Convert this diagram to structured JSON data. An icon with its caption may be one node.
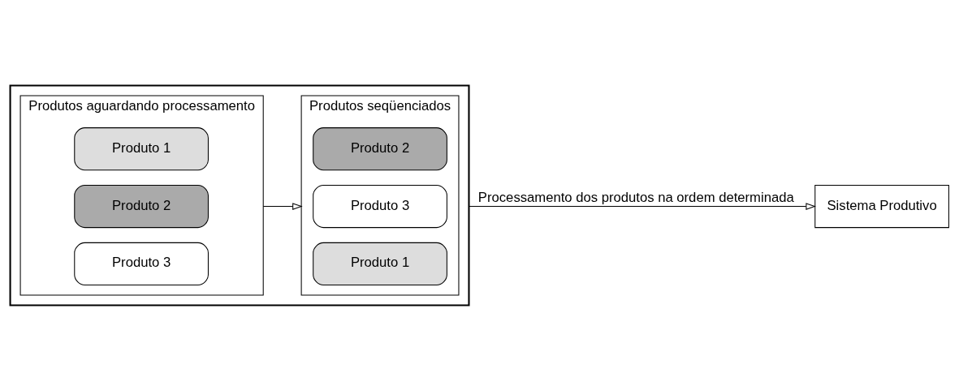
{
  "diagram": {
    "nodes": [
      {
        "text": [],
        "shape": "box"
      },
      {
        "text": [
          "Produtos aguardando processamento"
        ],
        "in": 0
      },
      {
        "text": [
          "Produto 1"
        ],
        "in": 1
      },
      {
        "text": [
          "Produto 2"
        ],
        "in": 1
      },
      {
        "text": [
          "Produto 3"
        ],
        "in": 1
      },
      {
        "text": [
          "Produtos seqüenciados"
        ],
        "in": 0
      },
      {
        "text": [
          "Produto 2"
        ],
        "in": 5
      },
      {
        "text": [
          "Produto 3"
        ],
        "in": 5
      },
      {
        "text": [
          "Produto 1"
        ],
        "in": 5
      },
      {
        "text": [
          "Sistema Produtivo"
        ]
      }
    ],
    "edges": [
      {
        "from": 1,
        "to": 5,
        "arrow": "to"
      },
      {
        "from": 0,
        "to": 9,
        "arrow": "to",
        "label": "Processamento dos produtos na ordem determinada"
      }
    ]
  }
}
